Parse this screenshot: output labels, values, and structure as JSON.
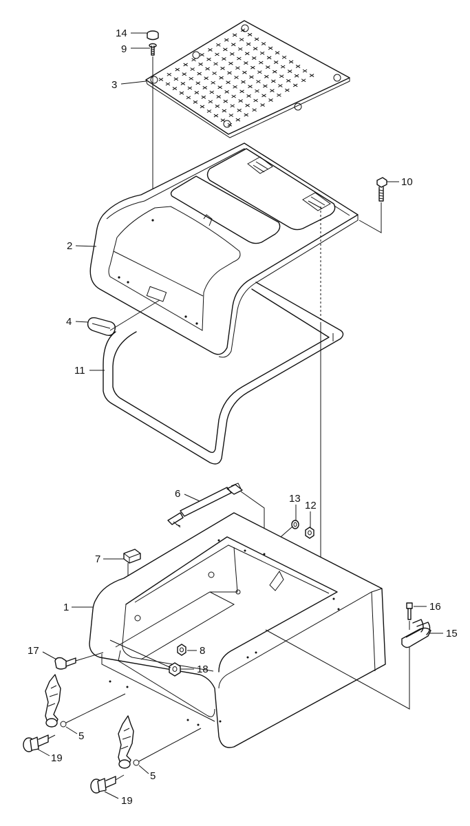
{
  "diagram": {
    "type": "exploded-parts-diagram",
    "callouts": [
      {
        "id": "c14",
        "label": "14"
      },
      {
        "id": "c9",
        "label": "9"
      },
      {
        "id": "c3",
        "label": "3"
      },
      {
        "id": "c10",
        "label": "10"
      },
      {
        "id": "c2",
        "label": "2"
      },
      {
        "id": "c4",
        "label": "4"
      },
      {
        "id": "c11",
        "label": "11"
      },
      {
        "id": "c6",
        "label": "6"
      },
      {
        "id": "c13",
        "label": "13"
      },
      {
        "id": "c12",
        "label": "12"
      },
      {
        "id": "c7",
        "label": "7"
      },
      {
        "id": "c1",
        "label": "1"
      },
      {
        "id": "c16",
        "label": "16"
      },
      {
        "id": "c15",
        "label": "15"
      },
      {
        "id": "c17",
        "label": "17"
      },
      {
        "id": "c8",
        "label": "8"
      },
      {
        "id": "c18",
        "label": "18"
      },
      {
        "id": "c5a",
        "label": "5"
      },
      {
        "id": "c19a",
        "label": "19"
      },
      {
        "id": "c5b",
        "label": "5"
      },
      {
        "id": "c19b",
        "label": "19"
      }
    ]
  }
}
